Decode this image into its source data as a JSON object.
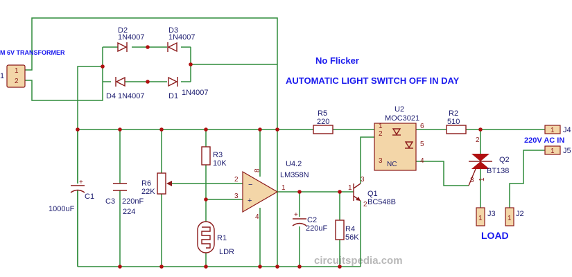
{
  "title_main": "AUTOMATIC LIGHT SWITCH OFF IN DAY",
  "subtitle": "No Flicker",
  "transformer_label": "M 6V TRANSFORMER",
  "transformer_pin_ref": "1",
  "transformer_pins": [
    "1",
    "2"
  ],
  "ac_input_label": "220V AC IN",
  "load_label": "LOAD",
  "watermark": "circuitspedia.com",
  "components": {
    "d2": {
      "ref": "D2",
      "value": "1N4007"
    },
    "d3": {
      "ref": "D3",
      "value": "1N4007"
    },
    "d4": {
      "ref": "D4",
      "value": "1N4007"
    },
    "d1": {
      "ref": "D1",
      "value": "1N4007"
    },
    "c1": {
      "ref": "C1",
      "value": "1000uF",
      "pol": "+"
    },
    "c3": {
      "ref": "C3",
      "value": "220nF",
      "code": "224"
    },
    "r6": {
      "ref": "R6",
      "value": "22K"
    },
    "r3": {
      "ref": "R3",
      "value": "10K"
    },
    "r1": {
      "ref": "R1",
      "value": "LDR"
    },
    "u4": {
      "ref": "U4.2",
      "value": "LM358N",
      "pin_in_minus": "2",
      "pin_in_plus": "3",
      "pin_out": "1",
      "pin_vcc": "8",
      "pin_gnd": "4",
      "sym_minus": "−",
      "sym_plus": "+"
    },
    "c2": {
      "ref": "C2",
      "value": "220uF",
      "pol": "+"
    },
    "r4": {
      "ref": "R4",
      "value": "56K"
    },
    "q1": {
      "ref": "Q1",
      "value": "BC548B",
      "pin1": "1",
      "pin2": "2",
      "pin3": "3"
    },
    "r5": {
      "ref": "R5",
      "value": "220"
    },
    "u2": {
      "ref": "U2",
      "value": "MOC3021",
      "pin1": "1",
      "pin2": "2",
      "pin3": "3",
      "pin4": "4",
      "pin5": "5",
      "pin6": "6",
      "nc": "NC"
    },
    "r2": {
      "ref": "R2",
      "value": "510"
    },
    "q2": {
      "ref": "Q2",
      "value": "BT138",
      "pin1": "1",
      "pin2": "2",
      "pin3": "3"
    },
    "j4": {
      "ref": "J4",
      "pin": "1"
    },
    "j5": {
      "ref": "J5",
      "pin": "1"
    },
    "j3": {
      "ref": "J3",
      "pin": "1"
    },
    "j2": {
      "ref": "J2",
      "pin": "1"
    }
  },
  "colors": {
    "wire": "#2e8b3a",
    "component": "#8b1a1a",
    "label": "#1a1a6e",
    "title": "#1a1aee",
    "junction": "#b01010",
    "body_fill": "#f3d6a8"
  }
}
